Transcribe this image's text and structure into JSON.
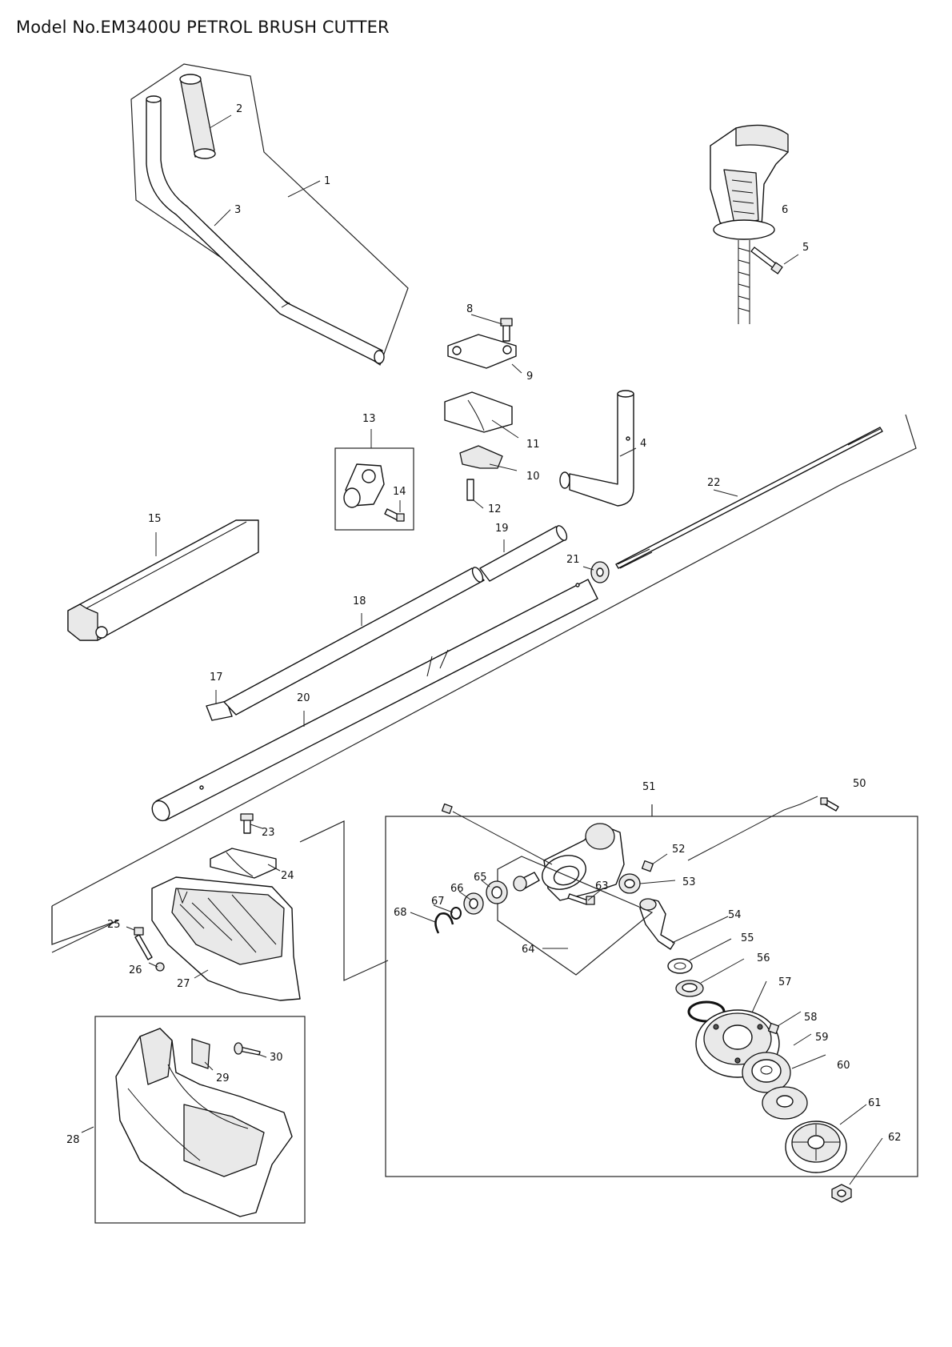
{
  "title": "Model No.EM3400U PETROL BRUSH CUTTER",
  "part_labels": {
    "p1": "1",
    "p2": "2",
    "p3": "3",
    "p4": "4",
    "p5": "5",
    "p6": "6",
    "p8": "8",
    "p9": "9",
    "p10": "10",
    "p11": "11",
    "p12": "12",
    "p13": "13",
    "p14": "14",
    "p15": "15",
    "p17": "17",
    "p18": "18",
    "p19": "19",
    "p20": "20",
    "p21": "21",
    "p22": "22",
    "p23": "23",
    "p24": "24",
    "p25": "25",
    "p26": "26",
    "p27": "27",
    "p28": "28",
    "p29": "29",
    "p30": "30",
    "p50": "50",
    "p51": "51",
    "p52": "52",
    "p53": "53",
    "p54": "54",
    "p55": "55",
    "p56": "56",
    "p57": "57",
    "p58": "58",
    "p59": "59",
    "p60": "60",
    "p61": "61",
    "p62": "62",
    "p63": "63",
    "p64": "64",
    "p65": "65",
    "p66": "66",
    "p67": "67",
    "p68": "68"
  }
}
